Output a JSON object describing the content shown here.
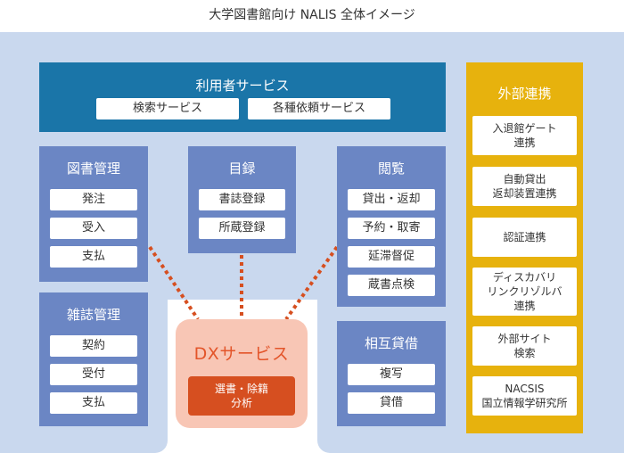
{
  "title": "大学図書館向け NALIS 全体イメージ",
  "colors": {
    "background_panel": "#c9d8ee",
    "module": "#6b86c4",
    "user_services": "#1a75a8",
    "external": "#e7b20d",
    "dx_panel": "#f8c6b5",
    "dx_button": "#d64f20",
    "connector": "#d64f20"
  },
  "user_services": {
    "title": "利用者サービス",
    "items": [
      "検索サービス",
      "各種依頼サービス"
    ]
  },
  "modules": {
    "acquisition": {
      "title": "図書管理",
      "items": [
        "発注",
        "受入",
        "支払"
      ]
    },
    "catalog": {
      "title": "目録",
      "items": [
        "書誌登録",
        "所蔵登録"
      ]
    },
    "circulation": {
      "title": "閲覧",
      "items": [
        "貸出・返却",
        "予約・取寄",
        "延滞督促",
        "蔵書点検"
      ]
    },
    "serials": {
      "title": "雑誌管理",
      "items": [
        "契約",
        "受付",
        "支払"
      ]
    },
    "ill": {
      "title": "相互貸借",
      "items": [
        "複写",
        "貸借"
      ]
    }
  },
  "dx": {
    "title": "DXサービス",
    "button": "選書・除籍\n分析"
  },
  "external": {
    "title": "外部連携",
    "items": [
      "入退館ゲート\n連携",
      "自動貸出\n返却装置連携",
      "認証連携",
      "ディスカバリ\nリンクリゾルバ\n連携",
      "外部サイト\n検索",
      "NACSIS\n国立情報学研究所"
    ]
  }
}
